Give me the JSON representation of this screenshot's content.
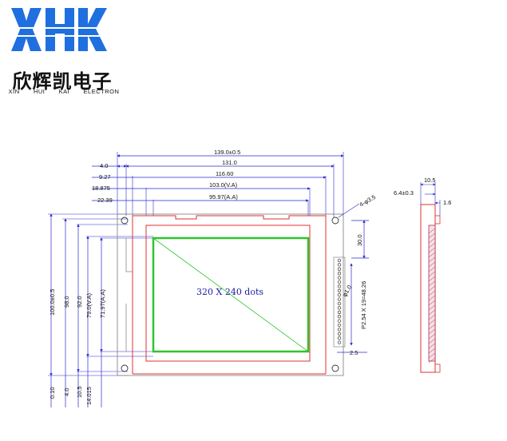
{
  "brand": {
    "logo_letters": "XHK",
    "name_cn": "欣辉凯电子",
    "name_en": [
      "XIN",
      "HUI",
      "KAI",
      "ELECTRON"
    ]
  },
  "colors": {
    "brand_blue": "#1f6fe0",
    "dimension_line": "#2a2ad0",
    "outline_red": "#e03030",
    "viewing_area_green": "#2dc52d",
    "frame_gray": "#888888"
  },
  "diagram": {
    "screen_label": "320  X  240  dots",
    "width_dims": [
      "139.0±0.5",
      "4.0",
      "131.0",
      "9.27",
      "116.60",
      "18.875",
      "103.0(V.A)",
      "22.39",
      "95.97(A.A)"
    ],
    "height_dims": [
      "100.0±0.5",
      "98.0",
      "92.0",
      "79.0(V.A)",
      "71.97(A.A)"
    ],
    "bottom_dims": [
      "0.10",
      "4.0",
      "10.5",
      "14.015"
    ],
    "hole_label": "4-φ3.5",
    "right_dims": [
      "30.0",
      "φ1.0",
      "P2.54 X 19=48.26",
      "2.5"
    ],
    "side_dims": [
      "10.5",
      "6.4±0.3",
      "1.6"
    ]
  }
}
